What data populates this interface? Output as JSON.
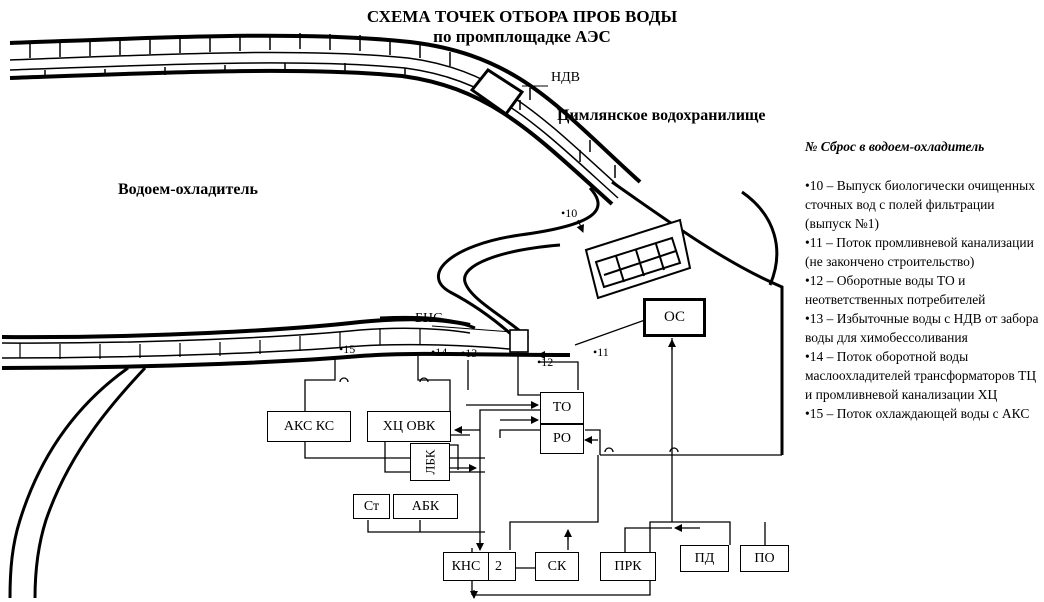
{
  "title": {
    "line1": "СХЕМА ТОЧЕК ОТБОРА ПРОБ ВОДЫ",
    "line2": "по промплощадке АЭС"
  },
  "labels": {
    "ndv": "НДВ",
    "reservoir": "Цимлянское водохранилище",
    "cooling_pond": "Водоем-охладитель",
    "bns": "БНС"
  },
  "blocks": {
    "os": "ОС",
    "to": "ТО",
    "ro": "РО",
    "aks_ks": "АКС КС",
    "khts_ovk": "ХЦ ОВК",
    "lbk": "ЛБК",
    "st": "Ст",
    "abk": "АБК",
    "kns": "КНС",
    "kns_num": "2",
    "sk": "СК",
    "prk": "ПРК",
    "pd": "ПД",
    "po": "ПО"
  },
  "points": {
    "p10": "•10",
    "p11": "•11",
    "p12": "•12",
    "p13": "•13",
    "p14": "•14",
    "p15": "•15"
  },
  "legend": {
    "header": "№    Сброс в водоем-охладитель",
    "items": [
      "•10 – Выпуск биологически очищенных сточных вод с полей фильтрации (выпуск №1)",
      "•11 – Поток промливневой канализации (не закончено строительство)",
      "•12 – Оборотные воды ТО и неответственных потребителей",
      "•13 – Избыточные воды с НДВ от забора воды для химобессоливания",
      "•14 – Поток оборотной воды маслоохладителей трансформаторов ТЦ и промливневой канализации ХЦ",
      "•15 – Поток охлаждающей воды с АКС"
    ]
  }
}
